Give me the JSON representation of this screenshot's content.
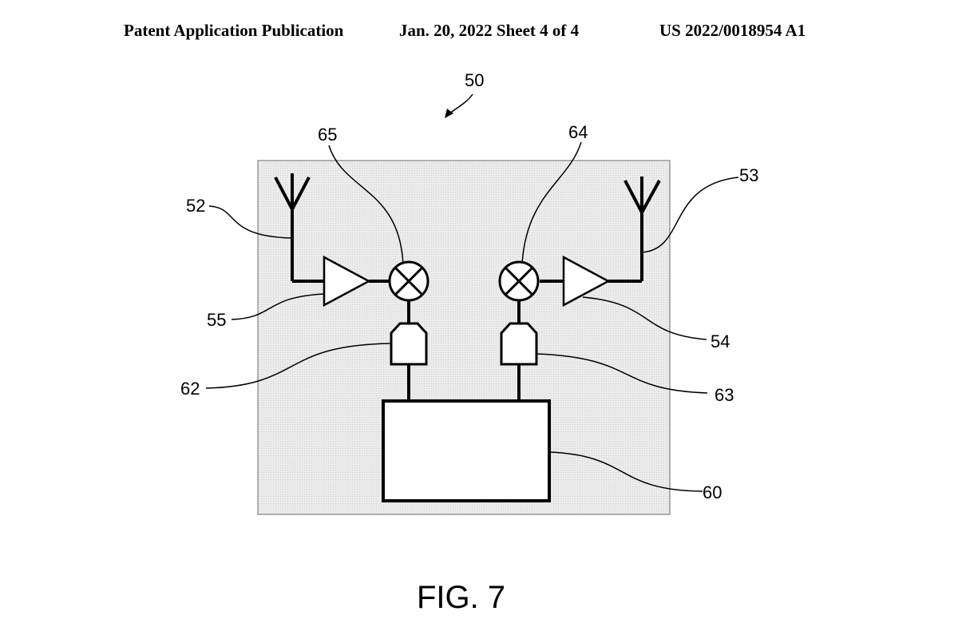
{
  "header": {
    "publication": "Patent Application Publication",
    "date_sheet": "Jan. 20, 2022  Sheet 4 of 4",
    "number": "US 2022/0018954 A1"
  },
  "labels": {
    "device": "50",
    "antenna_left": "52",
    "antenna_right": "53",
    "amp_right": "54",
    "amp_left": "55",
    "processor": "60",
    "filter_left": "62",
    "filter_right": "63",
    "mixer_right": "64",
    "mixer_left": "65"
  },
  "figure_caption": "FIG. 7",
  "colors": {
    "panel_fill": "#ececec",
    "panel_border": "#9a9a9a",
    "line": "#000000"
  }
}
